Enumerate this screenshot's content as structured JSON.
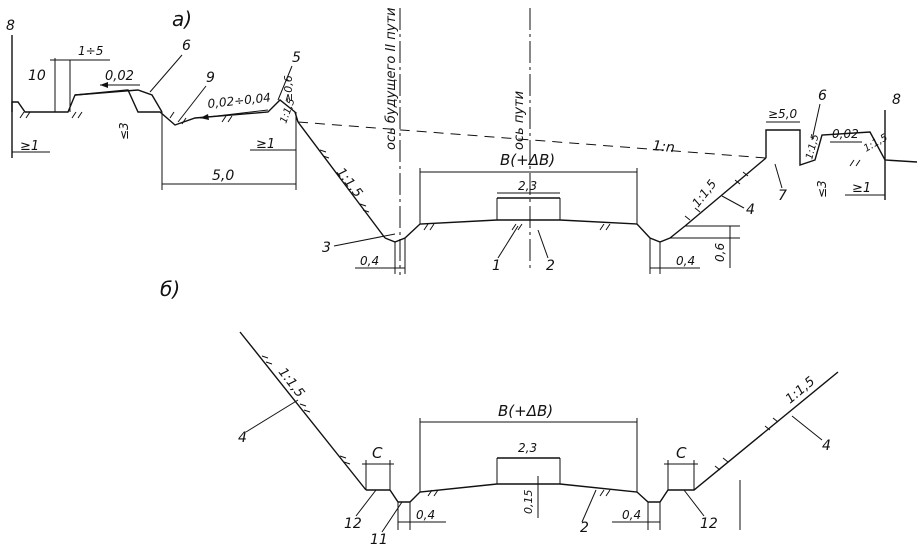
{
  "section_a": {
    "label": "а)",
    "axis_future_track": "ось будущего II пути",
    "axis_track": "ось пути",
    "width": "B(+ΔB)",
    "center_width": "2,3",
    "distance_5": "5,0",
    "slope_main": "1:1,5",
    "slope_right": "1:1,5",
    "slope_n": "1:n",
    "gradient_left": "0,02",
    "gradient_mid": "0,02÷0,04",
    "gradient_right": "0,02",
    "slope_bank_left": "1÷5",
    "slope_bank_right": "1:1,5",
    "slope_small_left": "1:1,5",
    "slope_small_right": "1:1,5",
    "min_5_right": "≥5,0",
    "ge1_left": "≥1",
    "ge1_mid": "≥1",
    "ge1_right": "≥1",
    "depth_left": "≤3",
    "depth_right": "≤3",
    "height_06": "0,6",
    "offset_left": "0,4",
    "offset_right": "0,4",
    "bank_height": "≥0,6",
    "markers": [
      "1",
      "2",
      "3",
      "4",
      "5",
      "6",
      "6",
      "7",
      "8",
      "8",
      "9",
      "10"
    ]
  },
  "section_b": {
    "label": "б)",
    "width": "B(+ΔB)",
    "center_width": "2,3",
    "slope_left": "1:1,5",
    "slope_right": "1:1,5",
    "berm_left": "C",
    "berm_right": "C",
    "offset_left": "0,4",
    "offset_right": "0,4",
    "depth": "0,15",
    "markers": [
      "2",
      "4",
      "4",
      "11",
      "12",
      "12"
    ]
  }
}
